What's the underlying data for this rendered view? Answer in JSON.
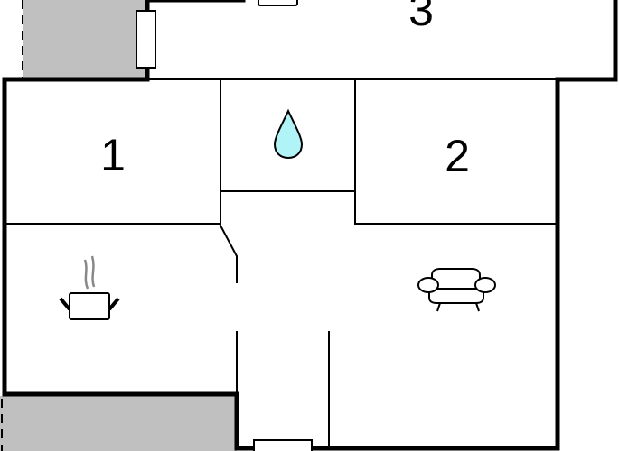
{
  "rooms": {
    "room1": "1",
    "room2": "2",
    "room3": "3"
  },
  "icons": {
    "bathroom": "water-drop-icon",
    "kitchen": "cooking-pot-icon",
    "living": "armchair-icon"
  },
  "colors": {
    "exterior": "#c0c0c0",
    "water": "#b0f4f8",
    "wall": "#000000",
    "steam": "#888888"
  }
}
